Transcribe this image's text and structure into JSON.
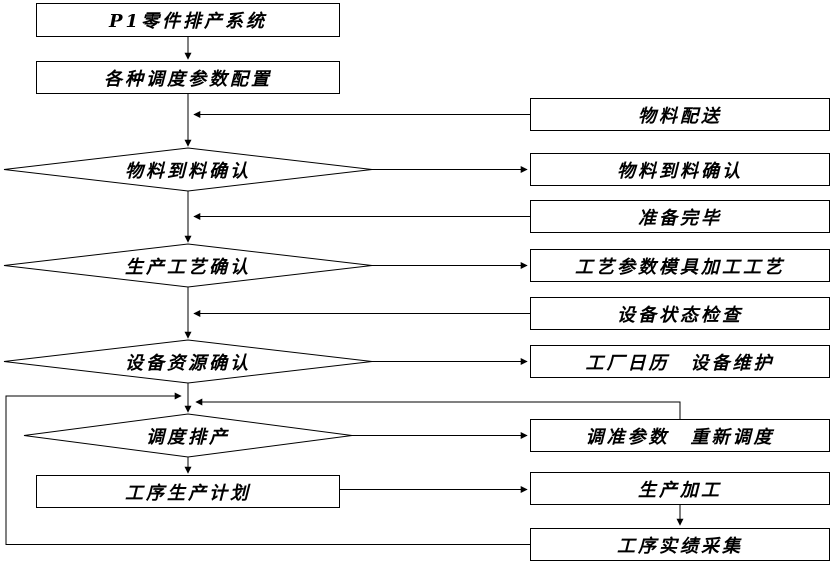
{
  "colors": {
    "stroke": "#000000",
    "node_fill": "#ffffff",
    "text": "#000000"
  },
  "nodes": {
    "start": "P1零件排产系统",
    "config": "各种调度参数配置",
    "material_check": "物料到料确认",
    "process_check": "生产工艺确认",
    "equipment_check": "设备资源确认",
    "scheduling": "调度排产",
    "process_plan": "工序生产计划",
    "material_delivery": "物料配送",
    "material_confirm": "物料到料确认",
    "ready": "准备完毕",
    "process_params": "工艺参数模具加工工艺",
    "equipment_status": "设备状态检查",
    "factory_calendar": "工厂日历　设备维护",
    "adjust_reschedule": "调准参数　重新调度",
    "production": "生产加工",
    "result_collection": "工序实绩采集"
  }
}
